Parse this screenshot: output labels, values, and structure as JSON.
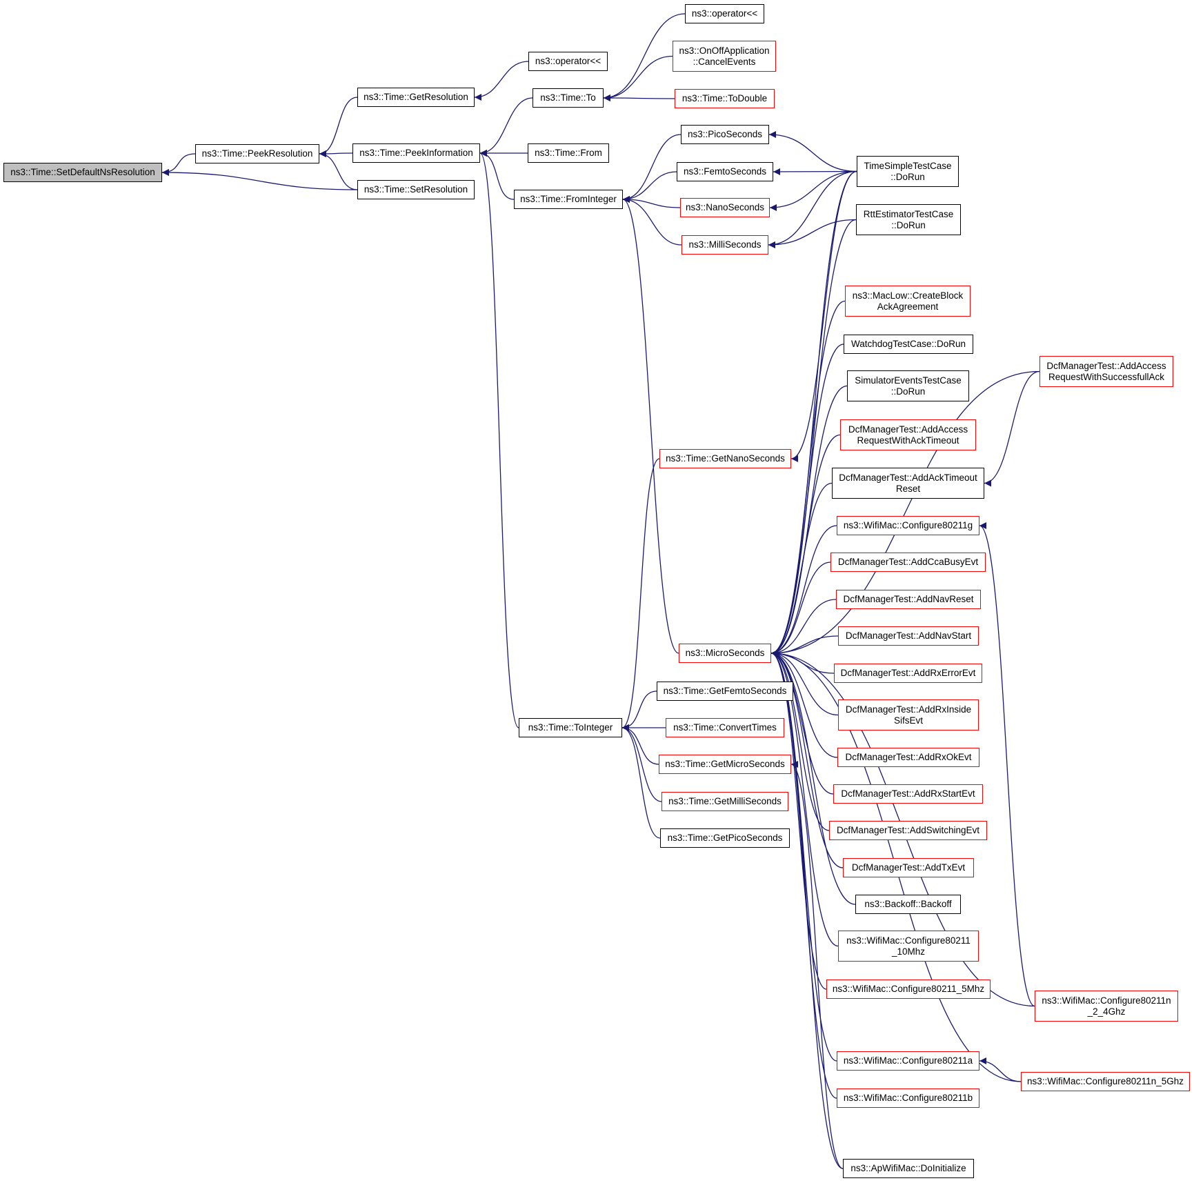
{
  "colors": {
    "edge": "#191970",
    "internal_border": "#000000",
    "external_border": "#ff0000",
    "root_fill": "#bfbfbf"
  },
  "nodes": [
    {
      "id": "setdefaultns",
      "label": "ns3::Time::SetDefaultNsResolution",
      "kind": "root"
    },
    {
      "id": "peekresolution",
      "label": "ns3::Time::PeekResolution",
      "kind": "internal"
    },
    {
      "id": "setresolution",
      "label": "ns3::Time::SetResolution",
      "kind": "internal"
    },
    {
      "id": "getresolution",
      "label": "ns3::Time::GetResolution",
      "kind": "internal"
    },
    {
      "id": "peekinformation",
      "label": "ns3::Time::PeekInformation",
      "kind": "internal"
    },
    {
      "id": "oplt1",
      "label": "ns3::operator<<",
      "kind": "internal"
    },
    {
      "id": "timeto",
      "label": "ns3::Time::To",
      "kind": "internal"
    },
    {
      "id": "timefrom",
      "label": "ns3::Time::From",
      "kind": "internal"
    },
    {
      "id": "frominteger",
      "label": "ns3::Time::FromInteger",
      "kind": "internal"
    },
    {
      "id": "oplt2",
      "label": "ns3::operator<<",
      "kind": "internal"
    },
    {
      "id": "onoff",
      "label": "ns3::OnOffApplication\n::CancelEvents",
      "kind": "external"
    },
    {
      "id": "todouble",
      "label": "ns3::Time::ToDouble",
      "kind": "external"
    },
    {
      "id": "pico",
      "label": "ns3::PicoSeconds",
      "kind": "internal"
    },
    {
      "id": "femto",
      "label": "ns3::FemtoSeconds",
      "kind": "internal"
    },
    {
      "id": "nano",
      "label": "ns3::NanoSeconds",
      "kind": "external"
    },
    {
      "id": "milli",
      "label": "ns3::MilliSeconds",
      "kind": "external"
    },
    {
      "id": "timesimple",
      "label": "TimeSimpleTestCase\n::DoRun",
      "kind": "internal"
    },
    {
      "id": "rttest",
      "label": "RttEstimatorTestCase\n::DoRun",
      "kind": "internal"
    },
    {
      "id": "maclow",
      "label": "ns3::MacLow::CreateBlock\nAckAgreement",
      "kind": "external"
    },
    {
      "id": "watchdog",
      "label": "WatchdogTestCase::DoRun",
      "kind": "internal"
    },
    {
      "id": "simevents",
      "label": "SimulatorEventsTestCase\n::DoRun",
      "kind": "internal"
    },
    {
      "id": "dcfacktimeout",
      "label": "DcfManagerTest::AddAccess\nRequestWithAckTimeout",
      "kind": "external"
    },
    {
      "id": "dcfackreset",
      "label": "DcfManagerTest::AddAckTimeout\nReset",
      "kind": "internal"
    },
    {
      "id": "dcfsuccack",
      "label": "DcfManagerTest::AddAccess\nRequestWithSuccessfullAck",
      "kind": "external"
    },
    {
      "id": "getnano",
      "label": "ns3::Time::GetNanoSeconds",
      "kind": "external"
    },
    {
      "id": "cfg11g",
      "label": "ns3::WifiMac::Configure80211g",
      "kind": "external"
    },
    {
      "id": "dcfccabusy",
      "label": "DcfManagerTest::AddCcaBusyEvt",
      "kind": "external"
    },
    {
      "id": "dcfnavreset",
      "label": "DcfManagerTest::AddNavReset",
      "kind": "external"
    },
    {
      "id": "dcfnavstart",
      "label": "DcfManagerTest::AddNavStart",
      "kind": "external"
    },
    {
      "id": "micro",
      "label": "ns3::MicroSeconds",
      "kind": "external"
    },
    {
      "id": "dcfrxerror",
      "label": "DcfManagerTest::AddRxErrorEvt",
      "kind": "external"
    },
    {
      "id": "getfemto",
      "label": "ns3::Time::GetFemtoSeconds",
      "kind": "internal"
    },
    {
      "id": "dcfrxinside",
      "label": "DcfManagerTest::AddRxInside\nSifsEvt",
      "kind": "external"
    },
    {
      "id": "tointeger",
      "label": "ns3::Time::ToInteger",
      "kind": "internal"
    },
    {
      "id": "convert",
      "label": "ns3::Time::ConvertTimes",
      "kind": "external"
    },
    {
      "id": "dcfrxok",
      "label": "DcfManagerTest::AddRxOkEvt",
      "kind": "external"
    },
    {
      "id": "getmicro",
      "label": "ns3::Time::GetMicroSeconds",
      "kind": "external"
    },
    {
      "id": "dcfrxstart",
      "label": "DcfManagerTest::AddRxStartEvt",
      "kind": "external"
    },
    {
      "id": "getmilli",
      "label": "ns3::Time::GetMilliSeconds",
      "kind": "external"
    },
    {
      "id": "dcfswitch",
      "label": "DcfManagerTest::AddSwitchingEvt",
      "kind": "external"
    },
    {
      "id": "getpico",
      "label": "ns3::Time::GetPicoSeconds",
      "kind": "internal"
    },
    {
      "id": "dcftx",
      "label": "DcfManagerTest::AddTxEvt",
      "kind": "external"
    },
    {
      "id": "backoff",
      "label": "ns3::Backoff::Backoff",
      "kind": "internal"
    },
    {
      "id": "cfg10mhz",
      "label": "ns3::WifiMac::Configure80211\n_10Mhz",
      "kind": "external"
    },
    {
      "id": "cfg5mhz",
      "label": "ns3::WifiMac::Configure80211_5Mhz",
      "kind": "external"
    },
    {
      "id": "cfgn24",
      "label": "ns3::WifiMac::Configure80211n\n_2_4Ghz",
      "kind": "external"
    },
    {
      "id": "cfg11a",
      "label": "ns3::WifiMac::Configure80211a",
      "kind": "external"
    },
    {
      "id": "cfgn5",
      "label": "ns3::WifiMac::Configure80211n_5Ghz",
      "kind": "external"
    },
    {
      "id": "cfg11b",
      "label": "ns3::WifiMac::Configure80211b",
      "kind": "external"
    },
    {
      "id": "apinit",
      "label": "ns3::ApWifiMac::DoInitialize",
      "kind": "internal"
    }
  ],
  "edges": [
    [
      "setdefaultns",
      "peekresolution"
    ],
    [
      "setdefaultns",
      "setresolution"
    ],
    [
      "peekresolution",
      "getresolution"
    ],
    [
      "peekresolution",
      "peekinformation"
    ],
    [
      "peekresolution",
      "setresolution"
    ],
    [
      "getresolution",
      "oplt1"
    ],
    [
      "peekinformation",
      "timeto"
    ],
    [
      "peekinformation",
      "timefrom"
    ],
    [
      "peekinformation",
      "frominteger"
    ],
    [
      "peekinformation",
      "tointeger"
    ],
    [
      "timeto",
      "oplt2"
    ],
    [
      "timeto",
      "onoff"
    ],
    [
      "timeto",
      "todouble"
    ],
    [
      "frominteger",
      "pico"
    ],
    [
      "frominteger",
      "femto"
    ],
    [
      "frominteger",
      "nano"
    ],
    [
      "frominteger",
      "milli"
    ],
    [
      "frominteger",
      "micro"
    ],
    [
      "pico",
      "timesimple"
    ],
    [
      "femto",
      "timesimple"
    ],
    [
      "nano",
      "timesimple"
    ],
    [
      "milli",
      "timesimple"
    ],
    [
      "milli",
      "rttest"
    ],
    [
      "getnano",
      "timesimple"
    ],
    [
      "micro",
      "timesimple"
    ],
    [
      "micro",
      "rttest"
    ],
    [
      "micro",
      "maclow"
    ],
    [
      "micro",
      "watchdog"
    ],
    [
      "micro",
      "simevents"
    ],
    [
      "micro",
      "dcfacktimeout"
    ],
    [
      "micro",
      "dcfackreset"
    ],
    [
      "micro",
      "dcfsuccack"
    ],
    [
      "micro",
      "cfg11g"
    ],
    [
      "micro",
      "dcfccabusy"
    ],
    [
      "micro",
      "dcfnavreset"
    ],
    [
      "micro",
      "dcfnavstart"
    ],
    [
      "micro",
      "dcfrxerror"
    ],
    [
      "micro",
      "dcfrxinside"
    ],
    [
      "micro",
      "dcfrxok"
    ],
    [
      "micro",
      "dcfrxstart"
    ],
    [
      "micro",
      "dcfswitch"
    ],
    [
      "micro",
      "dcftx"
    ],
    [
      "micro",
      "backoff"
    ],
    [
      "micro",
      "cfg10mhz"
    ],
    [
      "micro",
      "cfg5mhz"
    ],
    [
      "micro",
      "cfgn24"
    ],
    [
      "micro",
      "cfg11a"
    ],
    [
      "micro",
      "cfg11b"
    ],
    [
      "micro",
      "apinit"
    ],
    [
      "micro",
      "cfgn5"
    ],
    [
      "dcfackreset",
      "dcfsuccack"
    ],
    [
      "cfg11g",
      "cfgn24"
    ],
    [
      "cfg11a",
      "cfgn5"
    ],
    [
      "tointeger",
      "getnano"
    ],
    [
      "tointeger",
      "getfemto"
    ],
    [
      "tointeger",
      "convert"
    ],
    [
      "tointeger",
      "getmicro"
    ],
    [
      "tointeger",
      "getmilli"
    ],
    [
      "tointeger",
      "getpico"
    ],
    [
      "getmicro",
      "apinit"
    ]
  ]
}
